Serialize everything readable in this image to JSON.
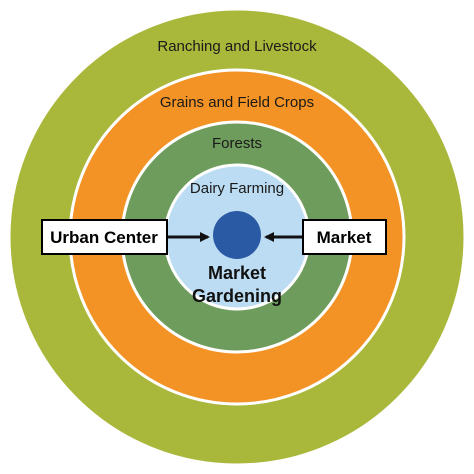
{
  "rings": [
    {
      "label": "Ranching and Livestock",
      "color": "#a9b83a"
    },
    {
      "label": "Grains and Field Crops",
      "color": "#f39325"
    },
    {
      "label": "Forests",
      "color": "#6e9c5c"
    },
    {
      "label": "Dairy Farming",
      "color": "#bcdcf3"
    }
  ],
  "center": {
    "label_line1": "Market",
    "label_line2": "Gardening",
    "color": "#2a5aa4"
  },
  "boxes": {
    "left": "Urban Center",
    "right": "Market"
  },
  "colors": {
    "ring_stroke": "#ffffff",
    "arrow": "#111111",
    "box_border": "#000000"
  }
}
